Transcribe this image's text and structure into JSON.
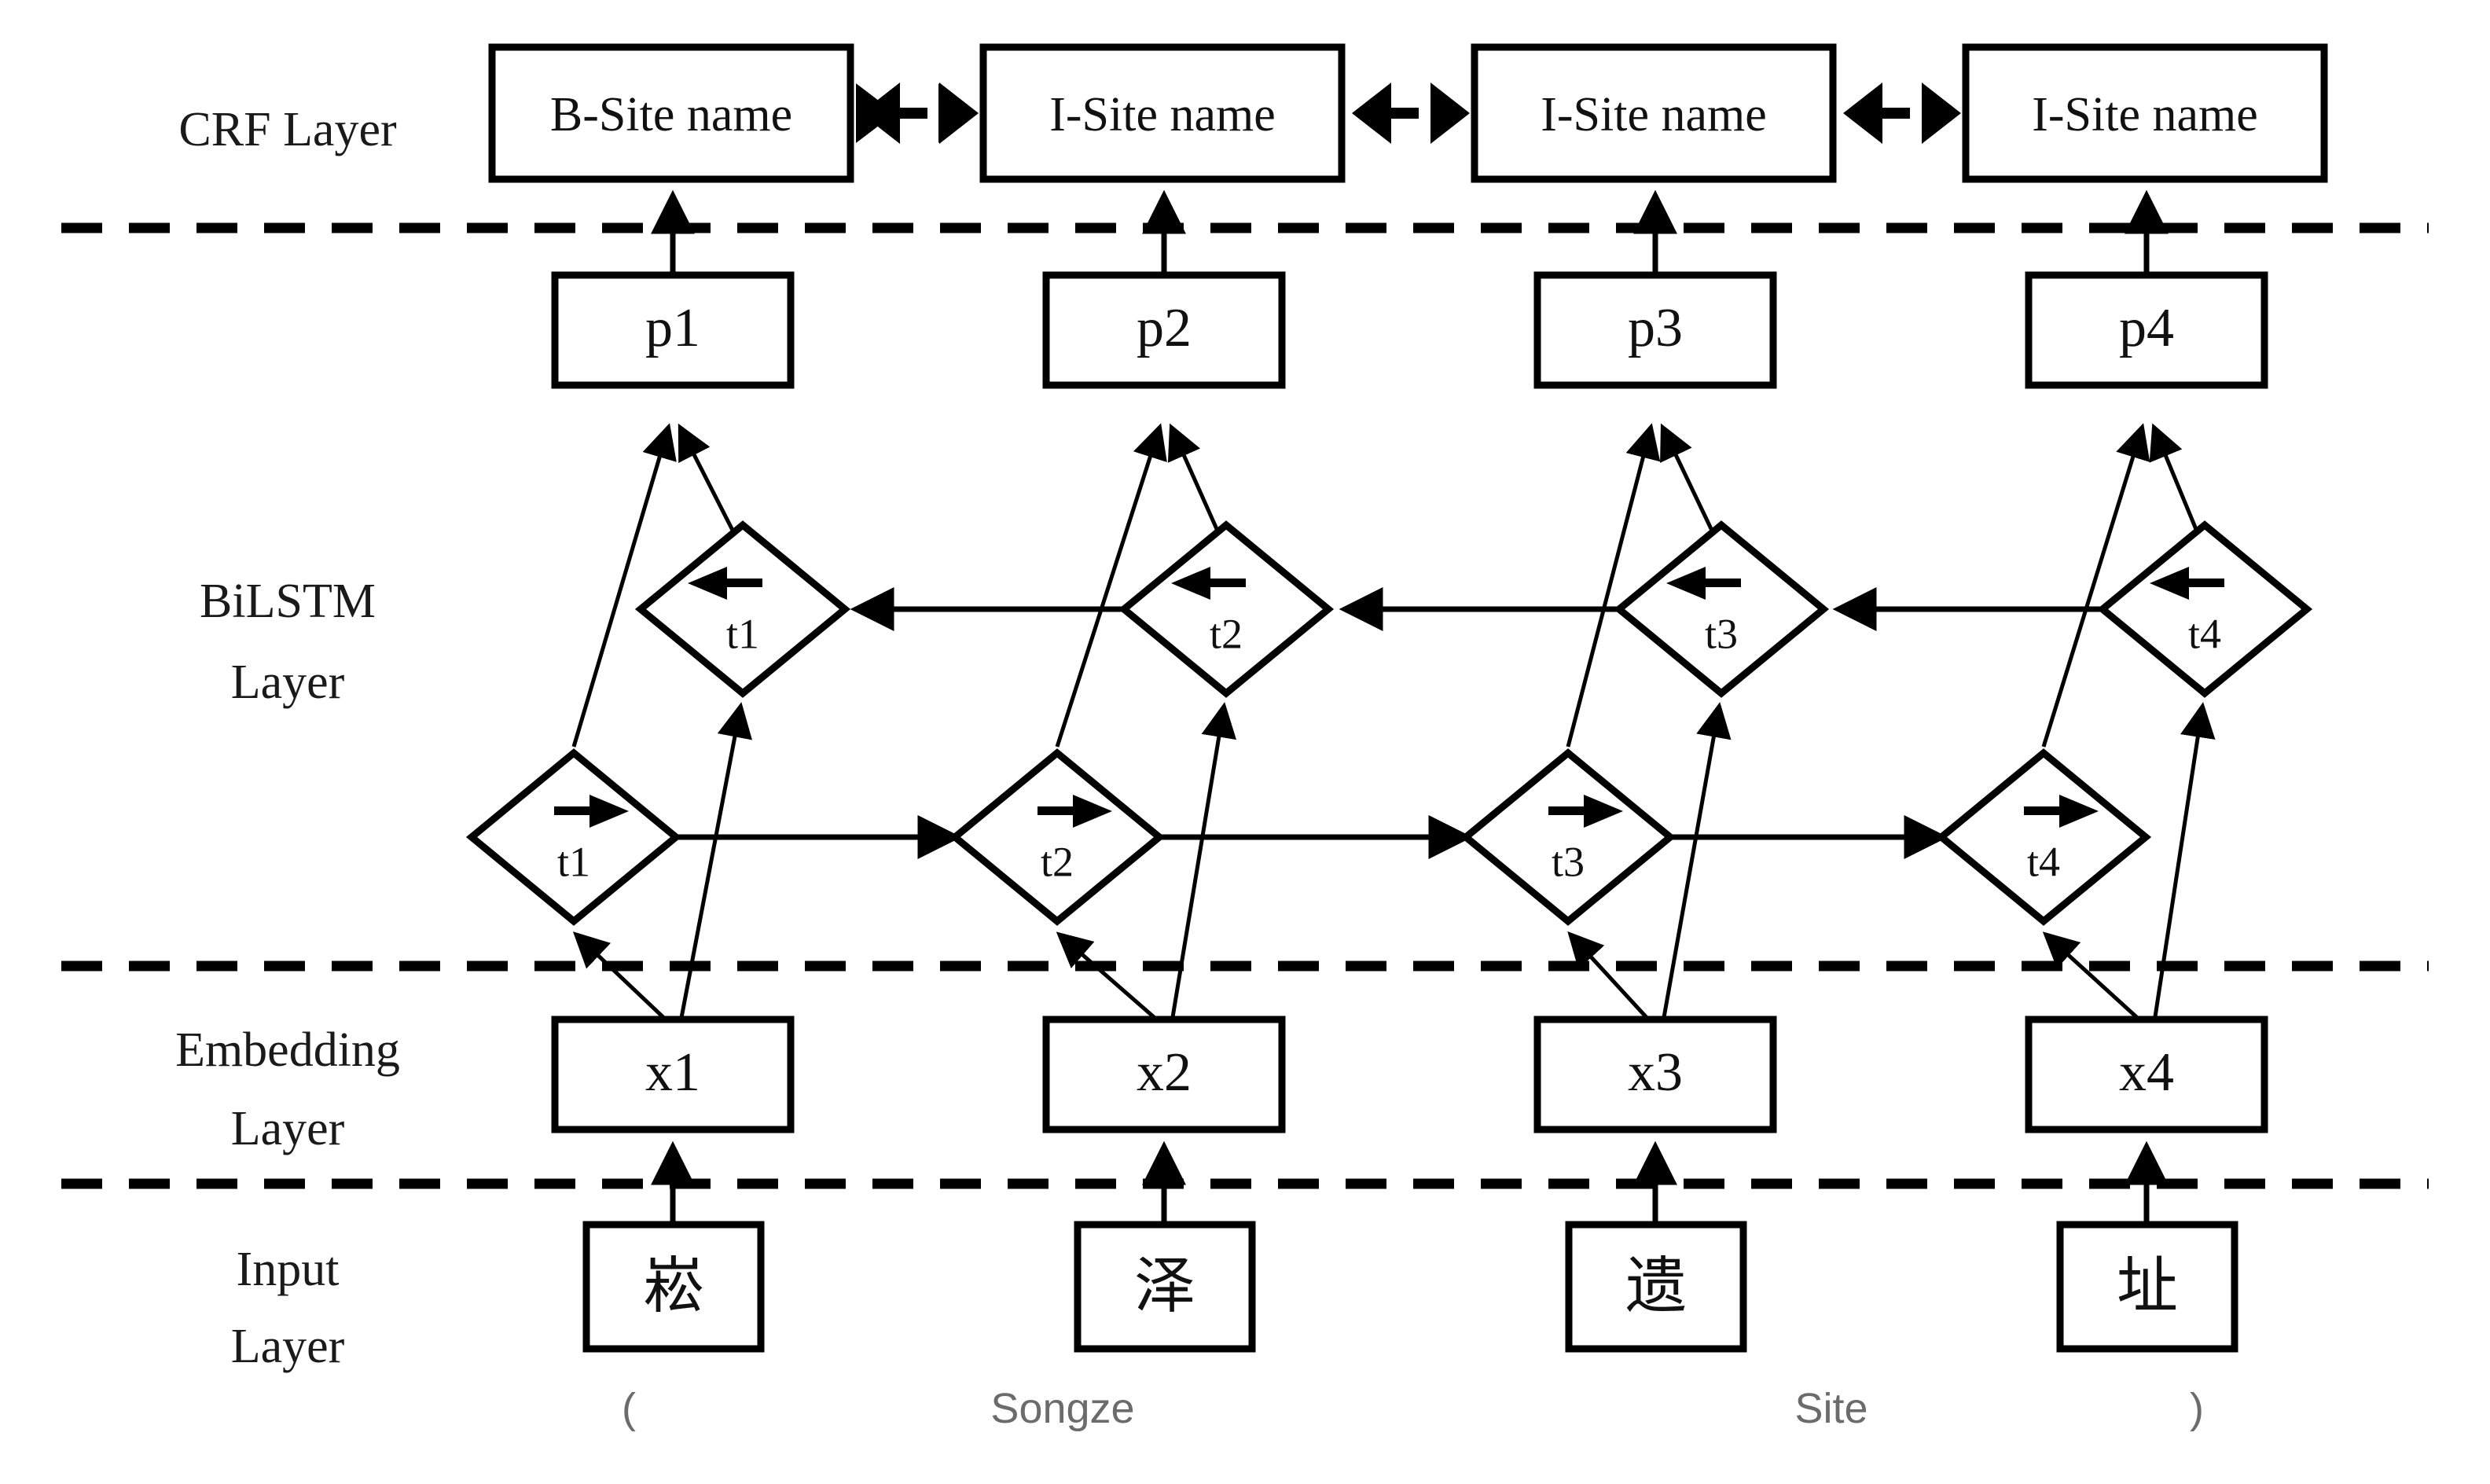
{
  "figure": {
    "title": "BiLSTM-CRF sequence labeling architecture",
    "background_color": "#ffffff",
    "line_color": "#000000",
    "gloss_color": "#6b6b6b"
  },
  "layers": [
    {
      "id": "crf",
      "label_line1": "CRF Layer",
      "label_line2": ""
    },
    {
      "id": "bilstm",
      "label_line1": "BiLSTM",
      "label_line2": "Layer"
    },
    {
      "id": "embedding",
      "label_line1": "Embedding",
      "label_line2": "Layer"
    },
    {
      "id": "input",
      "label_line1": "Input",
      "label_line2": "Layer"
    }
  ],
  "crf_tags": [
    {
      "label": "B-Site name"
    },
    {
      "label": "I-Site name"
    },
    {
      "label": "I-Site name"
    },
    {
      "label": "I-Site name"
    }
  ],
  "crf_connectors": [
    {
      "type": "double-arrow"
    },
    {
      "type": "double-arrow"
    },
    {
      "type": "double-arrow"
    }
  ],
  "prob_nodes": [
    {
      "label": "p1"
    },
    {
      "label": "p2"
    },
    {
      "label": "p3"
    },
    {
      "label": "p4"
    }
  ],
  "bilstm_backward": [
    {
      "label": "t1",
      "direction": "left"
    },
    {
      "label": "t2",
      "direction": "left"
    },
    {
      "label": "t3",
      "direction": "left"
    },
    {
      "label": "t4",
      "direction": "left"
    }
  ],
  "bilstm_forward": [
    {
      "label": "t1",
      "direction": "right"
    },
    {
      "label": "t2",
      "direction": "right"
    },
    {
      "label": "t3",
      "direction": "right"
    },
    {
      "label": "t4",
      "direction": "right"
    }
  ],
  "embedding_nodes": [
    {
      "label": "x1"
    },
    {
      "label": "x2"
    },
    {
      "label": "x3"
    },
    {
      "label": "x4"
    }
  ],
  "input_tokens": [
    {
      "label": "崧"
    },
    {
      "label": "泽"
    },
    {
      "label": "遗"
    },
    {
      "label": "址"
    }
  ],
  "gloss": [
    {
      "label": "("
    },
    {
      "label": "Songze"
    },
    {
      "label": "Site"
    },
    {
      "label": ")"
    }
  ],
  "separators": [
    {
      "id": "crf-embedding-divider"
    },
    {
      "id": "bilstm-embedding-divider"
    },
    {
      "id": "embedding-input-divider"
    }
  ]
}
